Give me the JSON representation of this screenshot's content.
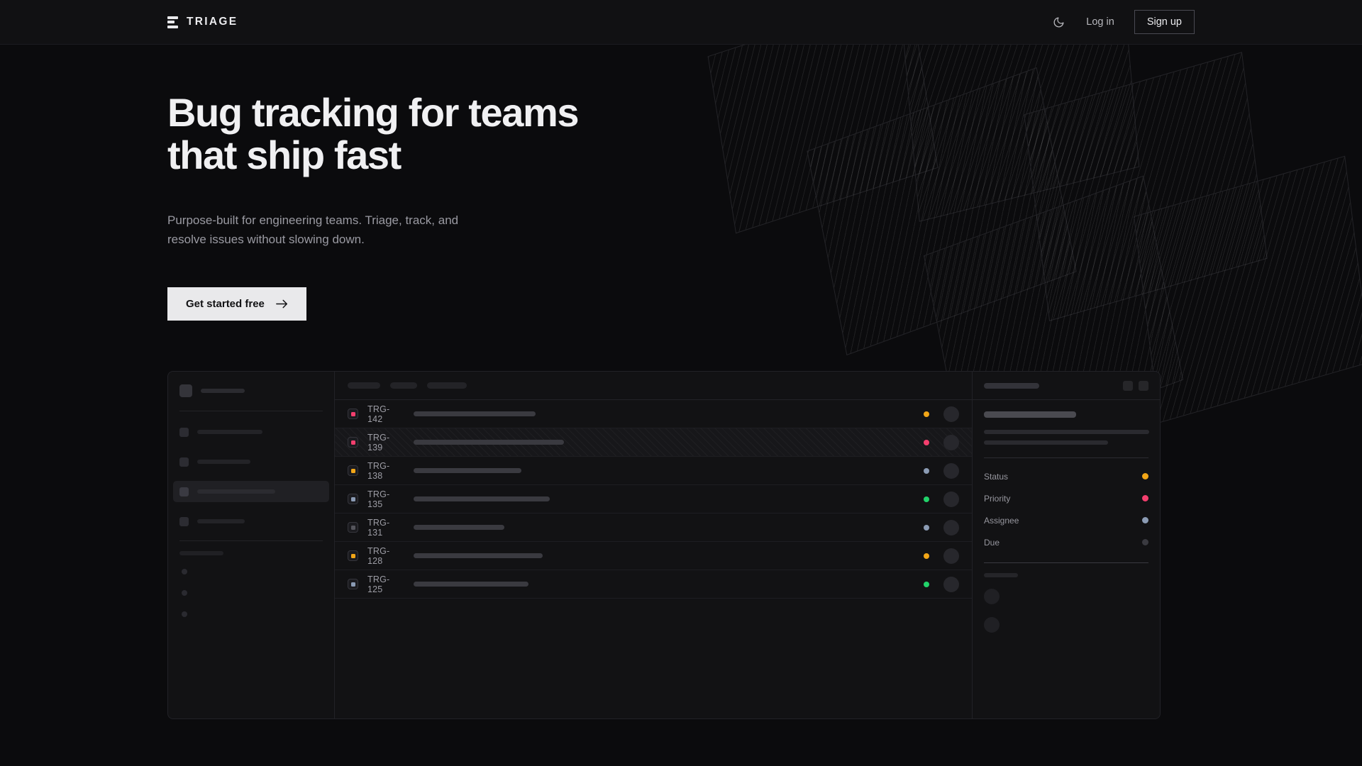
{
  "brand": {
    "name": "TRIAGE",
    "mark_icon": "triage-bars-icon"
  },
  "nav": {
    "theme_toggle_icon": "moon-icon",
    "login_label": "Log in",
    "signup_label": "Sign up"
  },
  "hero": {
    "headline": "Bug tracking for teams\nthat ship fast",
    "subhead": "Purpose-built for engineering teams. Triage, track, and\nresolve issues without slowing down.",
    "cta_label": "Get started free",
    "cta_arrow_icon": "arrow-right-icon"
  },
  "colors": {
    "page_bg": "#0b0b0d",
    "nav_bg": "#111113",
    "card_bg": "#121214",
    "border": "#222227",
    "text_primary": "#f0f0f2",
    "text_muted": "#9a9aa2",
    "cta_bg": "#e9e9eb",
    "status_amber": "#f2a617",
    "status_pink": "#f43f6e",
    "status_green": "#22d36a",
    "status_slate": "#8b9bb4",
    "status_gray": "#3a3a40"
  },
  "app": {
    "sidebar": {
      "logo_placeholder_width": 62,
      "items": [
        {
          "label_width": 92,
          "active": false
        },
        {
          "label_width": 75,
          "active": false
        },
        {
          "label_width": 110,
          "active": true
        },
        {
          "label_width": 67,
          "active": false
        }
      ],
      "section_label_width": 62,
      "mini_items": 3
    },
    "list": {
      "filters": [
        {
          "width": 46
        },
        {
          "width": 38
        },
        {
          "width": 56
        }
      ],
      "rows": [
        {
          "id": "TRG-142",
          "priority_color": "#f43f6e",
          "title_width": 172,
          "status_color": "#f2a617",
          "selected": false
        },
        {
          "id": "TRG-139",
          "priority_color": "#f43f6e",
          "title_width": 212,
          "status_color": "#f43f6e",
          "selected": true
        },
        {
          "id": "TRG-138",
          "priority_color": "#f2a617",
          "title_width": 152,
          "status_color": "#8b9bb4",
          "selected": false
        },
        {
          "id": "TRG-135",
          "priority_color": "#8b9bb4",
          "title_width": 192,
          "status_color": "#22d36a",
          "selected": false
        },
        {
          "id": "TRG-131",
          "priority_color": "#55555c",
          "title_width": 128,
          "status_color": "#8b9bb4",
          "selected": false
        },
        {
          "id": "TRG-128",
          "priority_color": "#f2a617",
          "title_width": 182,
          "status_color": "#f2a617",
          "selected": false
        },
        {
          "id": "TRG-125",
          "priority_color": "#8b9bb4",
          "title_width": 162,
          "status_color": "#22d36a",
          "selected": false
        }
      ]
    },
    "detail": {
      "header_placeholder_width": 78,
      "action_buttons": 2,
      "title_width": 130,
      "desc_line_widths": [
        233,
        175
      ],
      "meta": [
        {
          "label": "Status",
          "color": "#f2a617"
        },
        {
          "label": "Priority",
          "color": "#f43f6e"
        },
        {
          "label": "Assignee",
          "color": "#8b9bb4"
        },
        {
          "label": "Due",
          "color": "#3a3a40"
        }
      ],
      "footer_label_width": 48,
      "footer_avatars": 2
    }
  }
}
